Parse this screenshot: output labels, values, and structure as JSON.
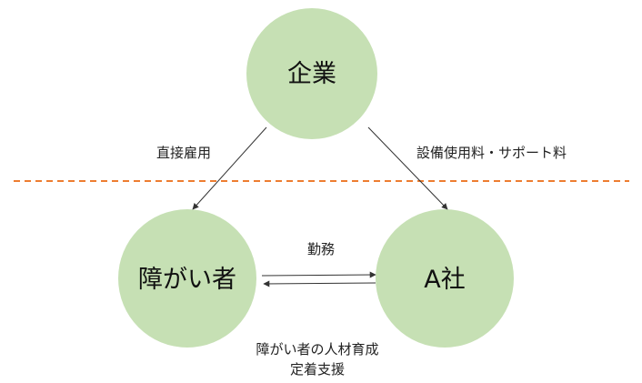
{
  "colors": {
    "node_fill": "#c6e0b4",
    "divider": "#ed7d31",
    "arrow": "#333333",
    "text": "#111111"
  },
  "nodes": {
    "company": {
      "label": "企業"
    },
    "disabled_person": {
      "label": "障がい者"
    },
    "company_a": {
      "label": "A社"
    }
  },
  "edges": {
    "direct_employment": {
      "label": "直接雇用"
    },
    "facility_fees": {
      "label": "設備使用料・サポート料"
    },
    "work": {
      "label": "勤務"
    },
    "support": {
      "lines": [
        "障がい者の人材育成",
        "定着支援"
      ]
    }
  }
}
